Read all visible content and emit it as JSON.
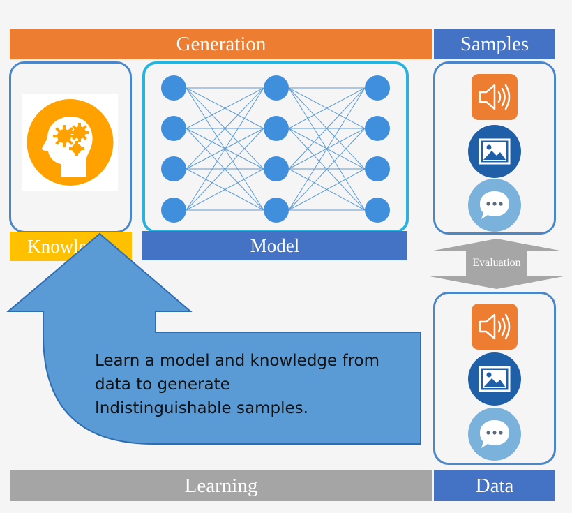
{
  "bars": {
    "generation": "Generation",
    "samples": "Samples",
    "knowledge": "Knowledge",
    "model": "Model",
    "learning": "Learning",
    "data": "Data"
  },
  "evaluation": "Evaluation",
  "arrow_text": [
    "Learn a model and knowledge from",
    "data to generate",
    "Indistinguishable samples."
  ],
  "colors": {
    "orange": "#ed7d31",
    "blue": "#4472c4",
    "yellow": "#ffc000",
    "gray": "#a5a5a5",
    "arrow_blue": "#5b9bd5",
    "node_blue": "#3f8fdc",
    "model_border": "#23b5e0",
    "panel_border": "#4a86c8"
  },
  "icons": {
    "knowledge": "head-with-gears-icon",
    "sample_items": [
      "speaker-icon",
      "image-icon",
      "chat-bubble-icon"
    ],
    "data_items": [
      "speaker-icon",
      "image-icon",
      "chat-bubble-icon"
    ]
  },
  "network": {
    "layers": [
      4,
      4,
      4
    ]
  }
}
